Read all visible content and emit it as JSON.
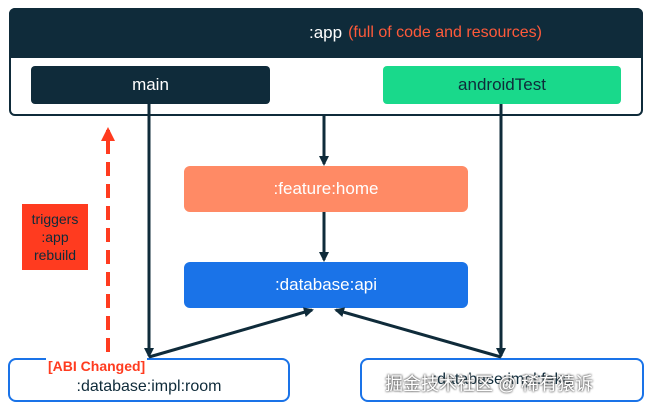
{
  "app": {
    "title": ":app",
    "note": "(full of code and resources)"
  },
  "source_sets": {
    "main": "main",
    "android_test": "androidTest"
  },
  "modules": {
    "feature_home": ":feature:home",
    "database_api": ":database:api",
    "impl_room": ":database:impl:room",
    "impl_fake": ":database:impl:fake"
  },
  "annotations": {
    "abi_changed": "[ABI Changed]",
    "triggers_lines": [
      "triggers",
      ":app",
      "rebuild"
    ]
  },
  "watermark": "掘金技术社区 @ 稀有猿诉",
  "colors": {
    "dark": "#0f2b3a",
    "green": "#19d98b",
    "orange": "#ff8a65",
    "blue": "#1a73e8",
    "red": "#ff3b1f"
  }
}
